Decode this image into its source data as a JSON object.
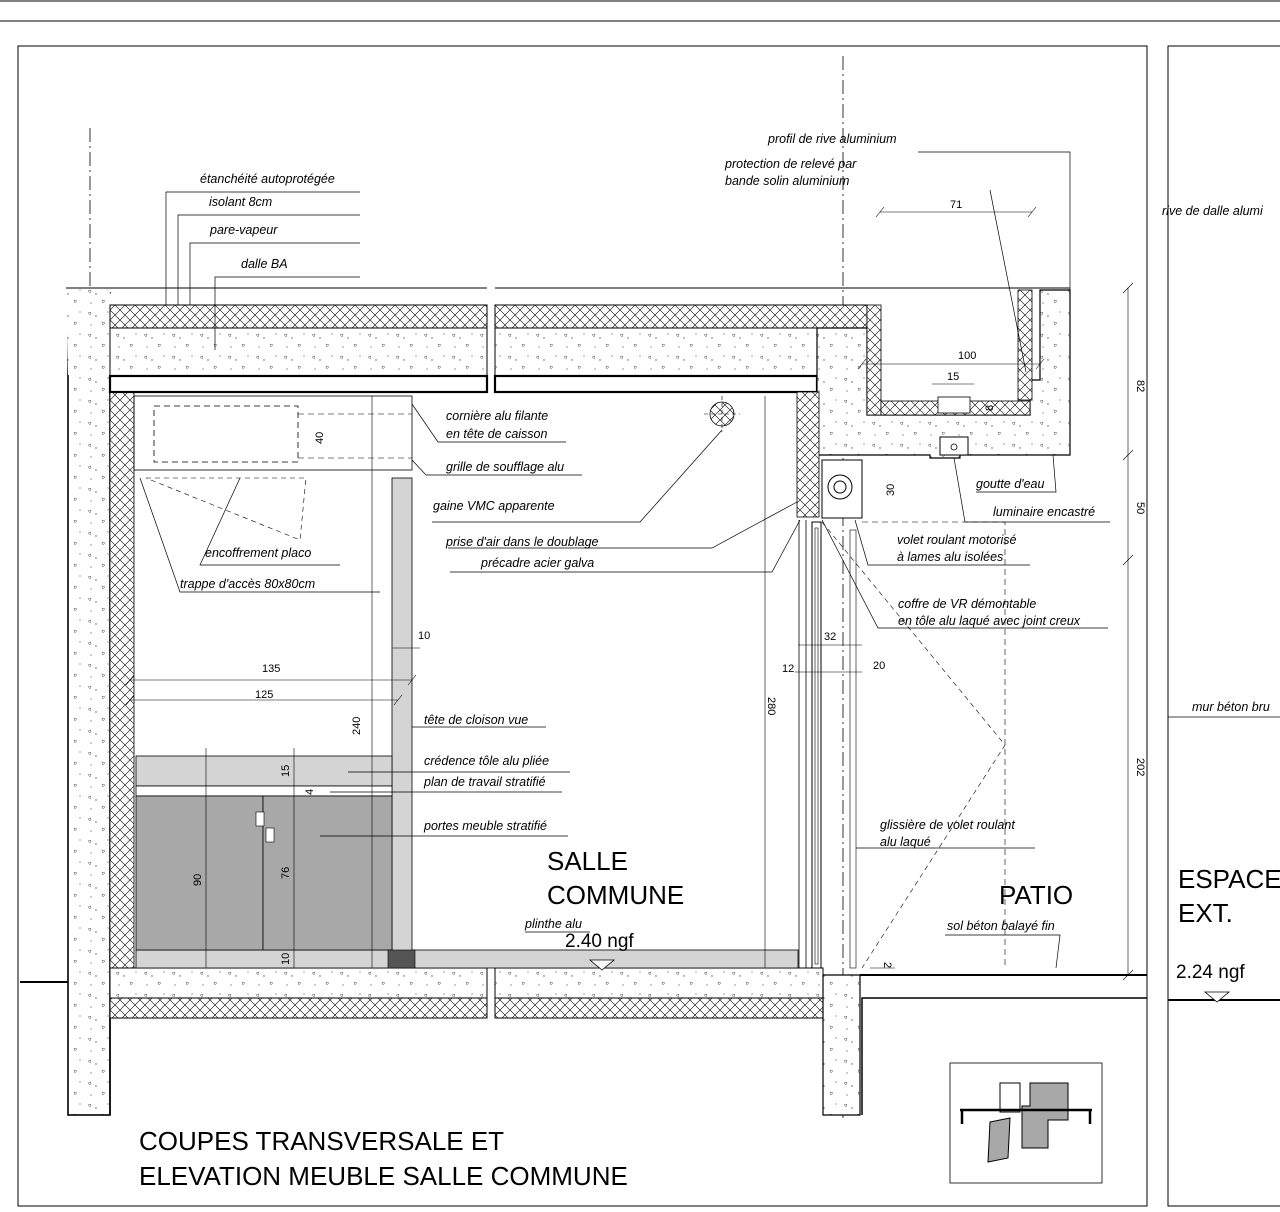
{
  "title": {
    "line1": "COUPES TRANSVERSALE ET",
    "line2": "ELEVATION MEUBLE SALLE COMMUNE"
  },
  "rooms": {
    "salle_line1": "SALLE",
    "salle_line2": "COMMUNE",
    "patio": "PATIO",
    "espace_line1": "ESPACE",
    "espace_line2": "EXT."
  },
  "levels": {
    "salle": "2.40 ngf",
    "ext": "2.24 ngf"
  },
  "annotations": {
    "etancheite": "étanchéité autoprotégée",
    "isolant": "isolant 8cm",
    "pare_vapeur": "pare-vapeur",
    "dalle": "dalle BA",
    "profil_rive": "profil de rive aluminium",
    "protection_1": "protection de relevé par",
    "protection_2": "bande solin aluminium",
    "rive_dalle": "rive de dalle alumi",
    "corniere_1": "cornière alu filante",
    "corniere_2": "en tête de caisson",
    "grille": "grille de soufflage alu",
    "gaine": "gaine VMC apparente",
    "prise_air": "prise d'air dans le doublage",
    "precadre": "précadre acier galva",
    "encoffrement": "encoffrement placo",
    "trappe": "trappe d'accès 80x80cm",
    "goutte": "goutte d'eau",
    "luminaire": "luminaire encastré",
    "volet_1": "volet roulant motorisé",
    "volet_2": "à lames alu isolées",
    "coffre_1": "coffre de VR démontable",
    "coffre_2": "en tôle alu laqué avec joint creux",
    "mur_beton": "mur béton bru",
    "tete_cloison": "tête de cloison vue",
    "credence": "crédence tôle alu pliée",
    "plan_travail": "plan de travail stratifié",
    "portes": "portes meuble stratifié",
    "glissiere_1": "glissière de volet roulant",
    "glissiere_2": "alu laqué",
    "plinthe": "plinthe alu",
    "sol_beton": "sol béton balayé fin"
  },
  "dimensions": {
    "d71": "71",
    "d100": "100",
    "d15a": "15",
    "d8": "8",
    "d82": "82",
    "d40": "40",
    "d30": "30",
    "d50": "50",
    "d10a": "10",
    "d135": "135",
    "d125": "125",
    "d240": "240",
    "d280": "280",
    "d32": "32",
    "d12": "12",
    "d20": "20",
    "d202": "202",
    "d15b": "15",
    "d4": "4",
    "d90": "90",
    "d76": "76",
    "d10b": "10",
    "d2": "2"
  },
  "colors": {
    "line": "#000000",
    "cabinet": "#a8a8a8",
    "panel": "#d4d4d4",
    "dark_block": "#555555"
  }
}
